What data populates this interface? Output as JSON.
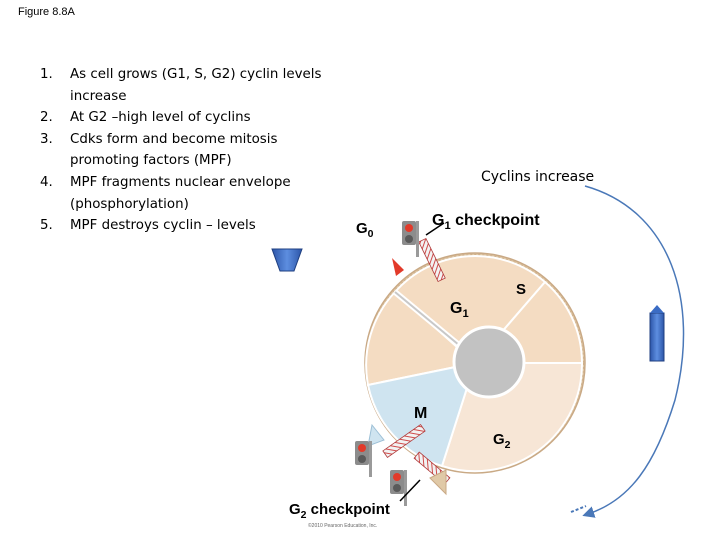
{
  "figure_label": "Figure 8.8A",
  "steps": [
    {
      "num": "1.",
      "text": "As cell grows (G1, S, G2) cyclin levels increase"
    },
    {
      "num": "2.",
      "text": "At G2 –high level of cyclins"
    },
    {
      "num": "3.",
      "text": "Cdks form and become mitosis promoting factors (MPF)"
    },
    {
      "num": "4.",
      "text": " MPF fragments nuclear envelope (phosphorylation)"
    },
    {
      "num": "5.",
      "text": "MPF destroys cyclin – levels"
    }
  ],
  "labels": {
    "cyclins_increase": "Cyclins increase",
    "g0_main": "G",
    "g0_sub": "0",
    "g1_checkpoint_main": "G",
    "g1_checkpoint_sub": "1",
    "g1_checkpoint_rest": " checkpoint",
    "s_phase": "S",
    "g1_main": "G",
    "g1_sub": "1",
    "m_phase": "M",
    "g2_main": "G",
    "g2_sub": "2",
    "g2_checkpoint_main": "G",
    "g2_checkpoint_sub": "2",
    "g2_checkpoint_rest": " checkpoint",
    "copyright": "©2010 Pearson Education, Inc."
  },
  "colors": {
    "ring": "#e0c9a7",
    "g1_sector": "#f4dcc2",
    "g2_sector": "#f7e6d6",
    "m_sector": "#cfe4f0",
    "nucleus": "#c2c2c2",
    "blue_arrow": "#3b6cc4",
    "cycle_line": "#4a78b8",
    "checkpoint_red": "#e23a2a"
  }
}
